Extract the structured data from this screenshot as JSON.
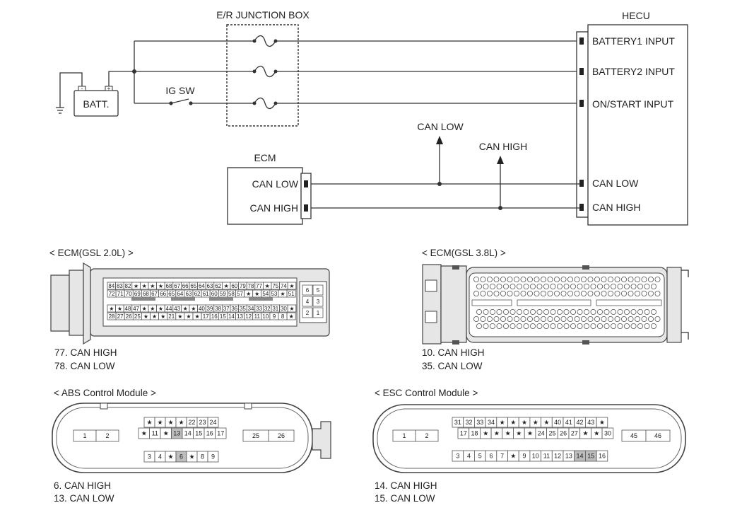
{
  "schematic": {
    "junction_box": "E/R JUNCTION BOX",
    "hecu": "HECU",
    "batt": "BATT.",
    "ig_sw": "IG SW",
    "ecm": "ECM",
    "hecu_inputs": [
      "BATTERY1 INPUT",
      "BATTERY2 INPUT",
      "ON/START INPUT",
      "CAN LOW",
      "CAN HIGH"
    ],
    "ecm_pins": [
      "CAN LOW",
      "CAN HIGH"
    ],
    "branch_can_low": "CAN LOW",
    "branch_can_high": "CAN HIGH"
  },
  "connectors": {
    "ecm_20": {
      "title": "< ECM(GSL 2.0L) >",
      "notes": [
        "77. CAN HIGH",
        "78. CAN LOW"
      ],
      "row1": [
        "84",
        "83",
        "82",
        "★",
        "★",
        "★",
        "★",
        "68",
        "67",
        "66",
        "65",
        "64",
        "63",
        "62",
        "★",
        "60",
        "79",
        "78",
        "77",
        "★",
        "75",
        "74",
        "★"
      ],
      "row2": [
        "72",
        "71",
        "70",
        "69",
        "68",
        "67",
        "66",
        "65",
        "64",
        "63",
        "62",
        "61",
        "60",
        "59",
        "58",
        "57",
        "★",
        "★",
        "54",
        "53",
        "★",
        "51"
      ],
      "row3": [
        "★",
        "★",
        "48",
        "47",
        "★",
        "★",
        "★",
        "44",
        "43",
        "★",
        "★",
        "40",
        "39",
        "38",
        "37",
        "36",
        "35",
        "34",
        "33",
        "32",
        "31",
        "30",
        "★"
      ],
      "row4": [
        "28",
        "27",
        "26",
        "25",
        "★",
        "★",
        "★",
        "21",
        "★",
        "★",
        "★",
        "17",
        "16",
        "15",
        "14",
        "13",
        "12",
        "11",
        "10",
        "9",
        "8",
        "★"
      ],
      "side": [
        "6",
        "5",
        "4",
        "3",
        "2",
        "1"
      ]
    },
    "ecm_38": {
      "title": "< ECM(GSL 3.8L) >",
      "notes": [
        "10. CAN HIGH",
        "35. CAN LOW"
      ]
    },
    "abs": {
      "title": "< ABS Control Module >",
      "notes": [
        "6. CAN HIGH",
        "13. CAN LOW"
      ],
      "left": [
        "1",
        "2"
      ],
      "right": [
        "25",
        "26"
      ],
      "top": [
        "★",
        "★",
        "★",
        "★",
        "22",
        "23",
        "24"
      ],
      "mid": [
        "★",
        "11",
        "★",
        "13",
        "14",
        "15",
        "16",
        "17"
      ],
      "bottom": [
        "3",
        "4",
        "★",
        "6",
        "★",
        "8",
        "9"
      ]
    },
    "esc": {
      "title": "< ESC Control Module >",
      "notes": [
        "14. CAN HIGH",
        "15. CAN LOW"
      ],
      "left": [
        "1",
        "2"
      ],
      "right": [
        "45",
        "46"
      ],
      "top": [
        "31",
        "32",
        "33",
        "34",
        "★",
        "★",
        "★",
        "★",
        "★",
        "40",
        "41",
        "42",
        "43",
        "★"
      ],
      "mid": [
        "17",
        "18",
        "★",
        "★",
        "★",
        "★",
        "★",
        "24",
        "25",
        "26",
        "27",
        "★",
        "★",
        "30"
      ],
      "bottom": [
        "3",
        "4",
        "5",
        "6",
        "7",
        "★",
        "9",
        "10",
        "11",
        "12",
        "13",
        "14",
        "15",
        "16"
      ]
    }
  }
}
